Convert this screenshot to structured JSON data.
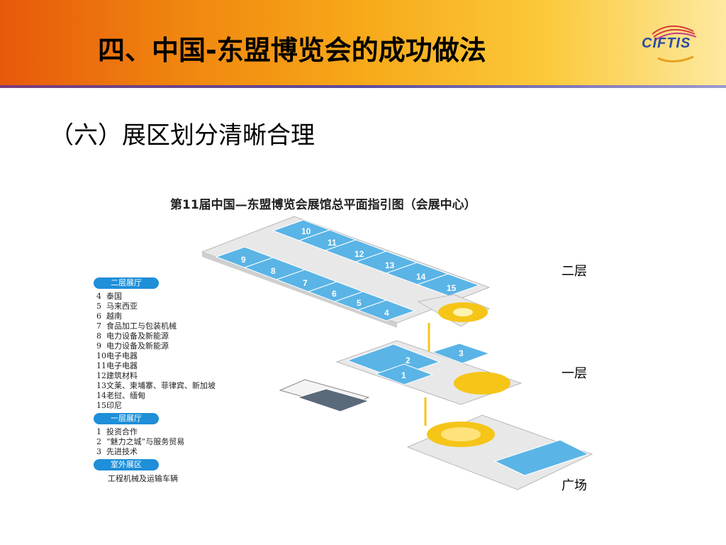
{
  "slide": {
    "title": "四、中国-东盟博览会的成功做法",
    "subtitle": "（六）展区划分清晰合理",
    "logo": {
      "text": "CIFTIS",
      "icon": "ciftis-logo-icon"
    }
  },
  "figure": {
    "title": "第11届中国—东盟博览会展馆总平面指引图（会展中心）",
    "levels": {
      "floor2": "二层",
      "floor1": "一层",
      "plaza": "广场"
    },
    "floor2_halls": [
      "4",
      "5",
      "6",
      "7",
      "8",
      "9",
      "10",
      "11",
      "12",
      "13",
      "14",
      "15"
    ],
    "floor1_halls": [
      "1",
      "2",
      "3"
    ],
    "legend": {
      "floor2_header": "二层展厅",
      "floor2_items": [
        {
          "num": "4",
          "label": "泰国"
        },
        {
          "num": "5",
          "label": "马来西亚"
        },
        {
          "num": "6",
          "label": "越南"
        },
        {
          "num": "7",
          "label": "食品加工与包装机械"
        },
        {
          "num": "8",
          "label": "电力设备及新能源"
        },
        {
          "num": "9",
          "label": "电力设备及新能源"
        },
        {
          "num": "10",
          "label": "电子电器"
        },
        {
          "num": "11",
          "label": "电子电器"
        },
        {
          "num": "12",
          "label": "建筑材料"
        },
        {
          "num": "13",
          "label": "文莱、柬埔寨、菲律宾、新加坡"
        },
        {
          "num": "14",
          "label": "老挝、缅甸"
        },
        {
          "num": "15",
          "label": "印尼"
        }
      ],
      "floor1_header": "一层展厅",
      "floor1_items": [
        {
          "num": "1",
          "label": "投资合作"
        },
        {
          "num": "2",
          "label": "“魅力之城”与服务贸易"
        },
        {
          "num": "3",
          "label": "先进技术"
        }
      ],
      "outdoor_header": "室外展区",
      "outdoor_item": "工程机械及运输车辆"
    },
    "colors": {
      "hall": "#5ab4e6",
      "hall_dark": "#2a8fd0",
      "floor": "#e6e6e6",
      "dome": "#f5c518",
      "legend_header": "#1e8fd8"
    }
  }
}
